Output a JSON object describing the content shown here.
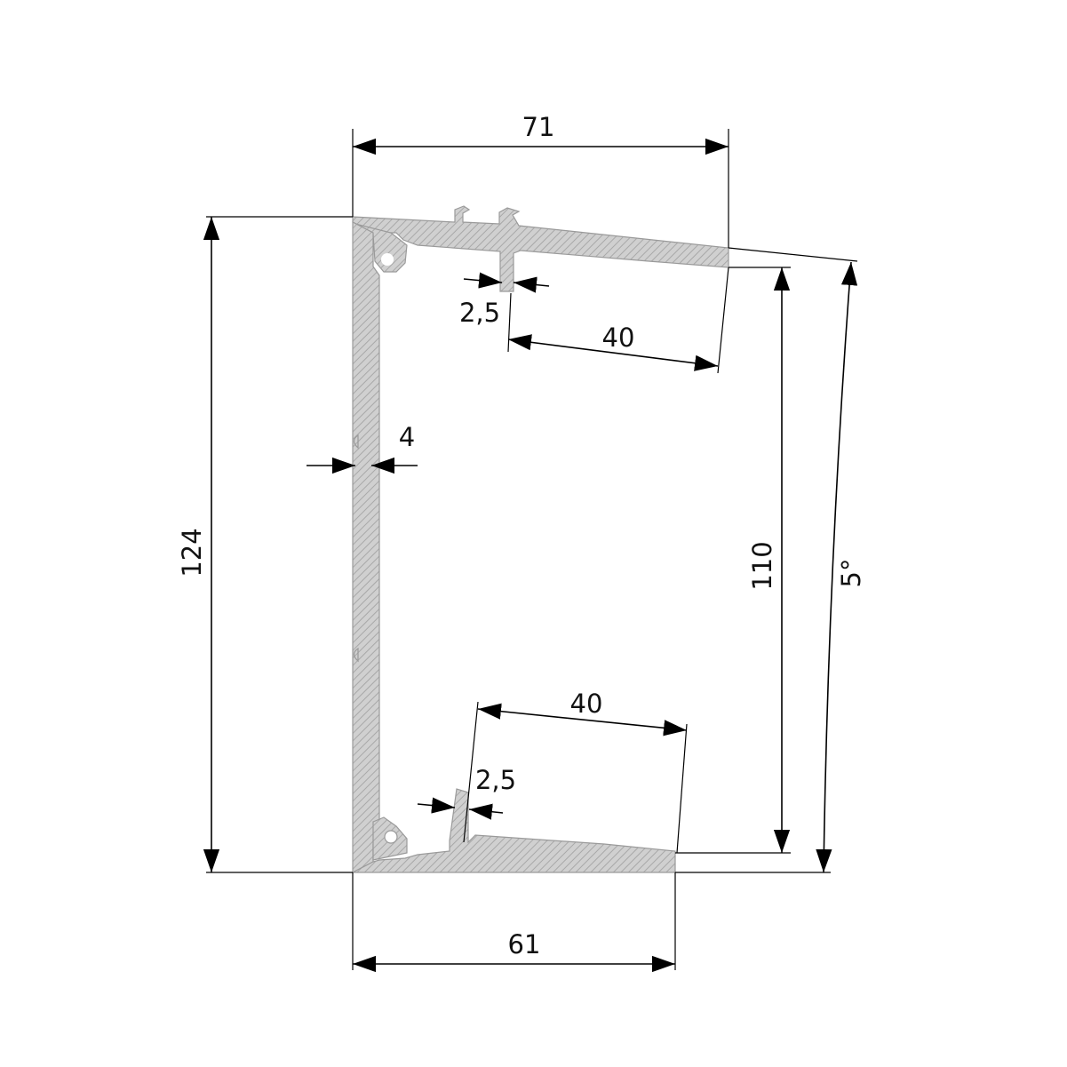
{
  "colors": {
    "profile_fill": "#d0d0d0",
    "profile_hatch": "#a8a8a8",
    "profile_edge": "#9a9a9a",
    "line": "#000000",
    "text": "#111111"
  },
  "dimensions": {
    "top_width": "71",
    "bottom_width": "61",
    "total_height": "124",
    "inner_height": "110",
    "angle": "5°",
    "wall_thickness": "4",
    "top_lip_thickness": "2,5",
    "bottom_lip_thickness": "2,5",
    "top_flange_depth": "40",
    "bottom_flange_depth": "40"
  }
}
